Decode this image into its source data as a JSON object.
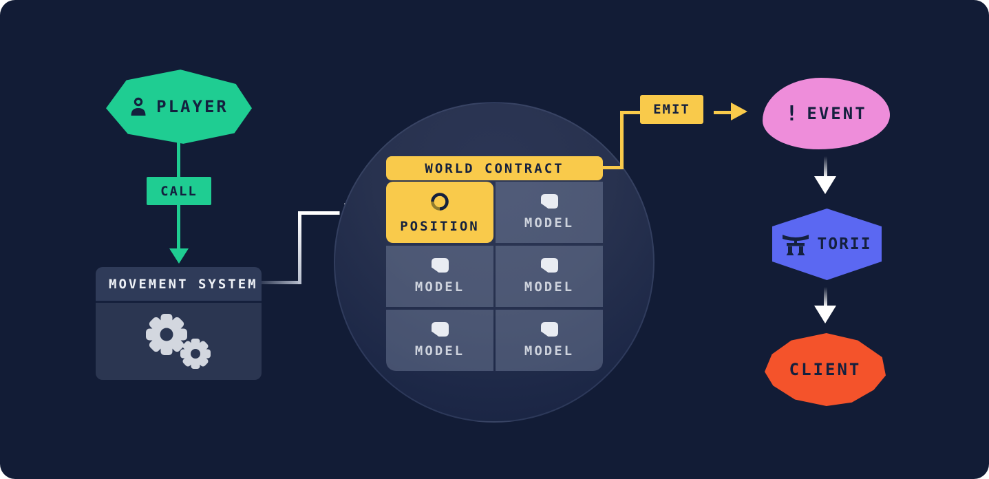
{
  "colors": {
    "background": "#121c36",
    "green": "#1fcd92",
    "yellow": "#f9ca4b",
    "pink": "#ee8dda",
    "blue": "#5b68f2",
    "orange": "#f4532b",
    "dark_text": "#14203e",
    "panel": "#2b3651",
    "panel_header": "#2f3b59",
    "light_text": "#ced3dd",
    "white": "#ffffff"
  },
  "nodes": {
    "player": {
      "label": "PLAYER",
      "icon": "person-icon"
    },
    "movement_system": {
      "title": "MOVEMENT SYSTEM",
      "icon": "gears-icon"
    },
    "world_contract": {
      "title": "WORLD CONTRACT",
      "cells": [
        {
          "label": "POSITION",
          "icon": "spinner-icon",
          "state": "active"
        },
        {
          "label": "MODEL",
          "icon": "model-icon",
          "state": "default"
        },
        {
          "label": "MODEL",
          "icon": "model-icon",
          "state": "default"
        },
        {
          "label": "MODEL",
          "icon": "model-icon",
          "state": "default"
        },
        {
          "label": "MODEL",
          "icon": "model-icon",
          "state": "default"
        },
        {
          "label": "MODEL",
          "icon": "model-icon",
          "state": "default"
        }
      ]
    },
    "event": {
      "label": "EVENT",
      "icon_glyph": "!",
      "icon": "exclamation-icon"
    },
    "torii": {
      "label": "TORII",
      "icon": "torii-icon"
    },
    "client": {
      "label": "CLIENT"
    }
  },
  "edges": {
    "call": {
      "label": "CALL"
    },
    "emit": {
      "label": "EMIT"
    }
  }
}
